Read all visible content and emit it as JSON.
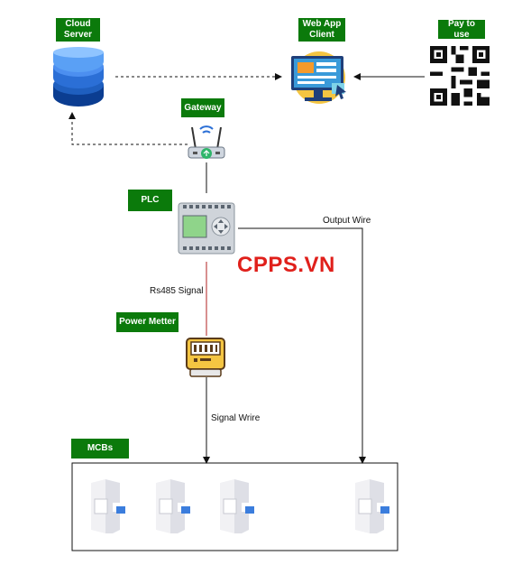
{
  "labels": {
    "cloud_server": "Cloud\nServer",
    "web_app_client": "Web App\nClient",
    "pay_to_use": "Pay to use",
    "gateway": "Gateway",
    "plc": "PLC",
    "power_meter": "Power Metter",
    "mcbs": "MCBs"
  },
  "wire_labels": {
    "output_wire": "Output Wire",
    "rs485_signal": "Rs485 Signal",
    "signal_wire": "Signal Wrire"
  },
  "brand": "CPPS.VN",
  "colors": {
    "label_bg": "#0b7a0b",
    "label_text": "#ffffff",
    "brand": "#e0201b",
    "rs485_line": "#b22222",
    "line": "#111111"
  },
  "icons": [
    "database-icon",
    "monitor-icon",
    "qr-code-icon",
    "router-icon",
    "plc-icon",
    "power-meter-icon",
    "mcb-icon"
  ]
}
